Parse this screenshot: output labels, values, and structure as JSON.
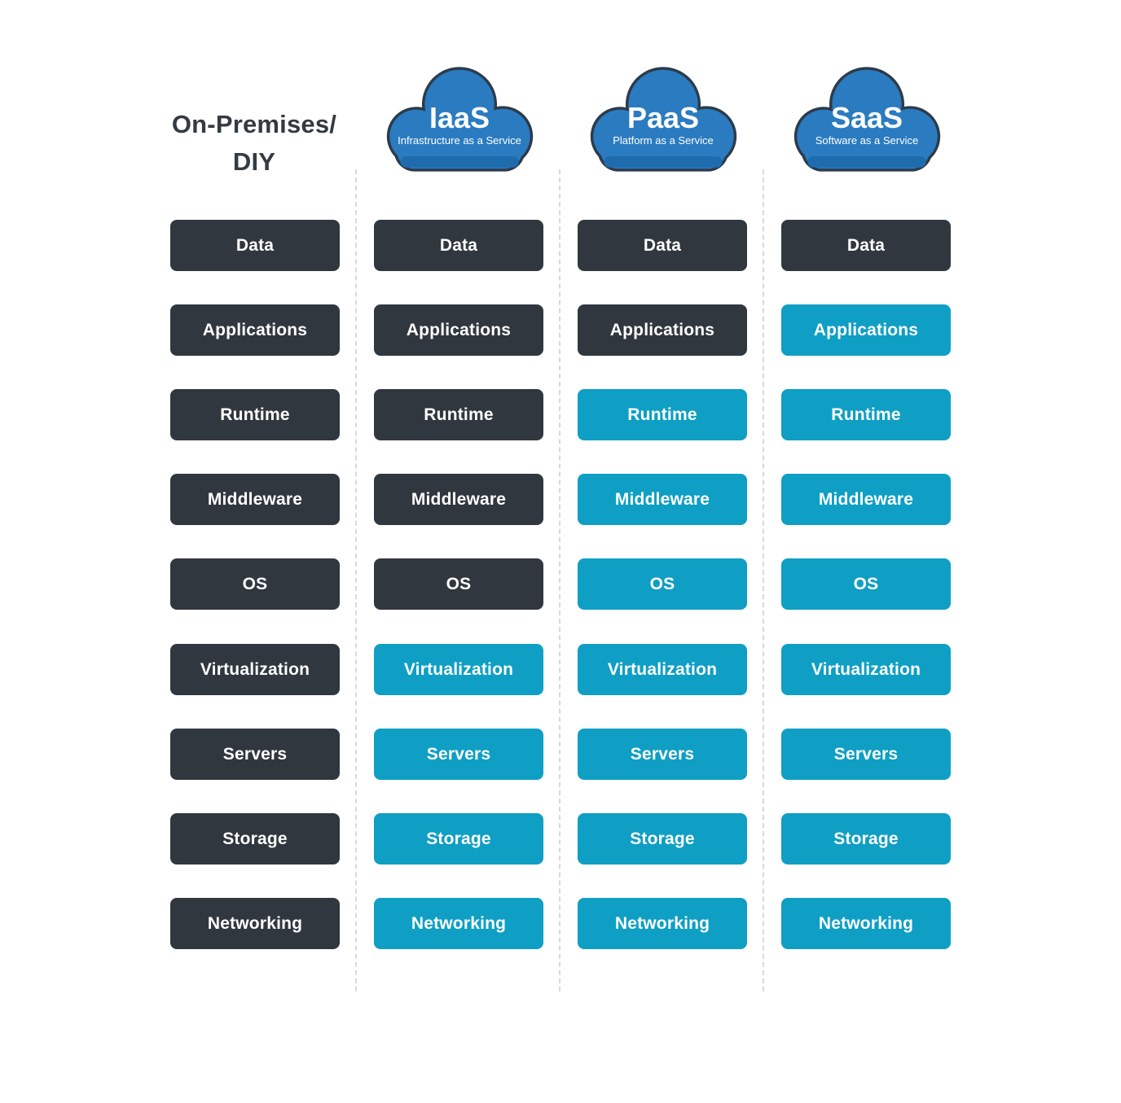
{
  "diagram": {
    "title_column": {
      "line1": "On-Premises/",
      "line2": "DIY"
    },
    "colors": {
      "managed_self_box": "#31373f",
      "managed_provider_box": "#0f9fc4",
      "cloud_fill": "#2a7bc0",
      "cloud_fill_bottom": "#1e6cae",
      "cloud_stroke": "#2c3b4a",
      "box_text": "#ffffff",
      "header_text": "#333a42",
      "separator": "#d9d9d9"
    },
    "layers": [
      "Data",
      "Applications",
      "Runtime",
      "Middleware",
      "OS",
      "Virtualization",
      "Servers",
      "Storage",
      "Networking"
    ],
    "columns": [
      {
        "id": "onprem",
        "header": {
          "type": "text",
          "line1": "On-Premises/",
          "line2": "DIY"
        },
        "rows": [
          {
            "label": "Data",
            "managed": "self"
          },
          {
            "label": "Applications",
            "managed": "self"
          },
          {
            "label": "Runtime",
            "managed": "self"
          },
          {
            "label": "Middleware",
            "managed": "self"
          },
          {
            "label": "OS",
            "managed": "self"
          },
          {
            "label": "Virtualization",
            "managed": "self"
          },
          {
            "label": "Servers",
            "managed": "self"
          },
          {
            "label": "Storage",
            "managed": "self"
          },
          {
            "label": "Networking",
            "managed": "self"
          }
        ]
      },
      {
        "id": "iaas",
        "header": {
          "type": "cloud",
          "title": "IaaS",
          "subtitle": "Infrastructure as a Service"
        },
        "rows": [
          {
            "label": "Data",
            "managed": "self"
          },
          {
            "label": "Applications",
            "managed": "self"
          },
          {
            "label": "Runtime",
            "managed": "self"
          },
          {
            "label": "Middleware",
            "managed": "self"
          },
          {
            "label": "OS",
            "managed": "self"
          },
          {
            "label": "Virtualization",
            "managed": "provider"
          },
          {
            "label": "Servers",
            "managed": "provider"
          },
          {
            "label": "Storage",
            "managed": "provider"
          },
          {
            "label": "Networking",
            "managed": "provider"
          }
        ]
      },
      {
        "id": "paas",
        "header": {
          "type": "cloud",
          "title": "PaaS",
          "subtitle": "Platform as a Service"
        },
        "rows": [
          {
            "label": "Data",
            "managed": "self"
          },
          {
            "label": "Applications",
            "managed": "self"
          },
          {
            "label": "Runtime",
            "managed": "provider"
          },
          {
            "label": "Middleware",
            "managed": "provider"
          },
          {
            "label": "OS",
            "managed": "provider"
          },
          {
            "label": "Virtualization",
            "managed": "provider"
          },
          {
            "label": "Servers",
            "managed": "provider"
          },
          {
            "label": "Storage",
            "managed": "provider"
          },
          {
            "label": "Networking",
            "managed": "provider"
          }
        ]
      },
      {
        "id": "saas",
        "header": {
          "type": "cloud",
          "title": "SaaS",
          "subtitle": "Software as a Service"
        },
        "rows": [
          {
            "label": "Data",
            "managed": "self"
          },
          {
            "label": "Applications",
            "managed": "provider"
          },
          {
            "label": "Runtime",
            "managed": "provider"
          },
          {
            "label": "Middleware",
            "managed": "provider"
          },
          {
            "label": "OS",
            "managed": "provider"
          },
          {
            "label": "Virtualization",
            "managed": "provider"
          },
          {
            "label": "Servers",
            "managed": "provider"
          },
          {
            "label": "Storage",
            "managed": "provider"
          },
          {
            "label": "Networking",
            "managed": "provider"
          }
        ]
      }
    ]
  }
}
